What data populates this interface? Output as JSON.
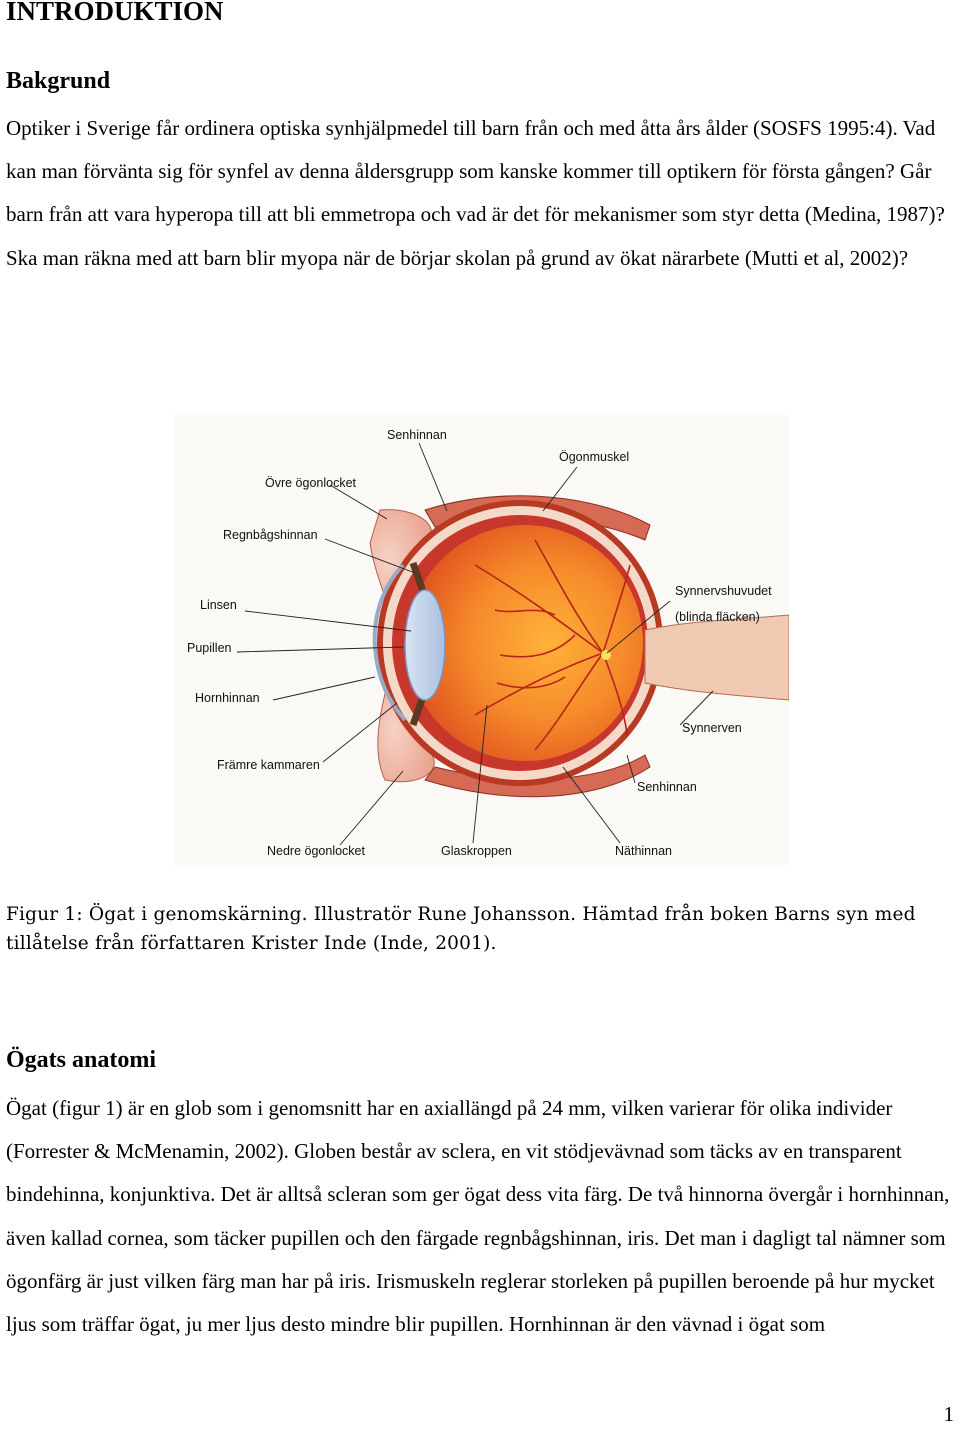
{
  "heading": "INTRODUKTION",
  "section1": {
    "title": "Bakgrund",
    "text": "Optiker i Sverige får ordinera optiska synhjälpmedel till barn från och med åtta års ålder (SOSFS 1995:4). Vad kan man förvänta sig för synfel av denna åldersgrupp som kanske kommer till optikern för första gången? Går barn från att vara hyperopa till att bli emmetropa och vad är det för mekanismer som styr detta (Medina, 1987)? Ska man räkna med att barn blir myopa när de börjar skolan på grund av ökat närarbete (Mutti et al, 2002)?"
  },
  "figure": {
    "labels": {
      "senhinnan_top": "Senhinnan",
      "ogonmuskel": "Ögonmuskel",
      "ovre_ogonlocket": "Övre ögonlocket",
      "regnbagshinnan": "Regnbågshinnan",
      "synnervshuvudet": "Synnervshuvudet",
      "blinda_flacken": "(blinda fläcken)",
      "linsen": "Linsen",
      "pupillen": "Pupillen",
      "hornhinnan": "Hornhinnan",
      "synnerven": "Synnerven",
      "framre_kammaren": "Främre kammaren",
      "senhinnan_bottom": "Senhinnan",
      "nedre_ogonlocket": "Nedre ögonlocket",
      "glaskroppen": "Glaskroppen",
      "nathinnan": "Näthinnan"
    },
    "caption": "Figur 1: Ögat i genomskärning. Illustratör Rune Johansson. Hämtad från boken Barns syn med tillåtelse från författaren Krister Inde (Inde, 2001)."
  },
  "section2": {
    "title": "Ögats anatomi",
    "text": "Ögat (figur 1) är en glob som i genomsnitt har en axiallängd på 24 mm, vilken varierar för olika individer (Forrester & McMenamin, 2002). Globen består av sclera, en vit stödjevävnad som täcks av en transparent bindehinna, konjunktiva. Det är alltså scleran som ger ögat dess vita färg. De två hinnorna övergår i hornhinnan, även kallad cornea, som täcker pupillen och den färgade regnbågshinnan, iris. Det man i dagligt tal nämner som ögonfärg är just vilken färg man har på iris. Irismuskeln reglerar storleken på pupillen beroende på hur mycket ljus som träffar ögat, ju mer ljus desto mindre blir pupillen. Hornhinnan är den vävnad i ögat som"
  },
  "page_number": "1"
}
